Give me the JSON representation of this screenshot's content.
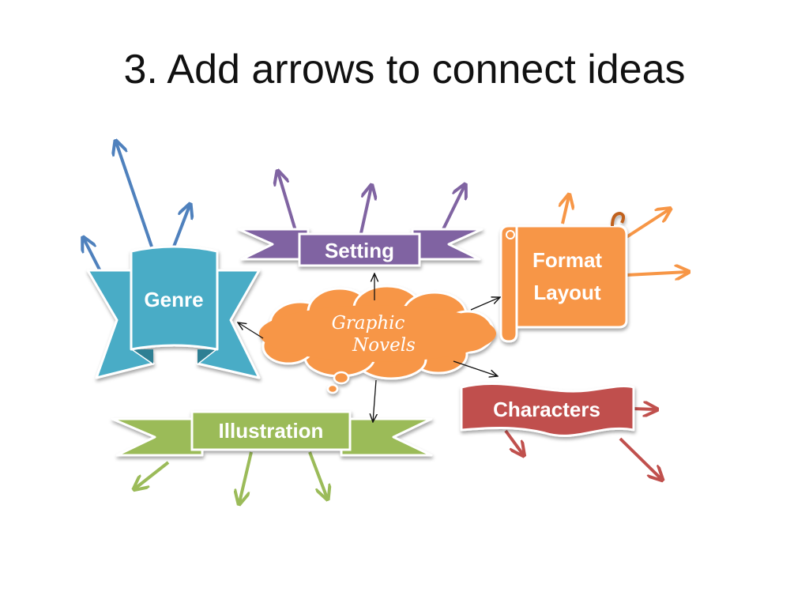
{
  "slide": {
    "title": "3. Add arrows to connect ideas"
  },
  "center": {
    "line1": "Graphic",
    "line2": "Novels"
  },
  "nodes": {
    "genre": "Genre",
    "setting": "Setting",
    "format_line1": "Format",
    "format_line2": "Layout",
    "characters": "Characters",
    "illustration": "Illustration"
  },
  "colors": {
    "genre": "#4AACC6",
    "setting": "#8064A2",
    "format": "#F79646",
    "characters": "#C0504D",
    "illustration": "#9BBB59",
    "genre_arrow": "#4F81BD",
    "center": "#F79646"
  }
}
